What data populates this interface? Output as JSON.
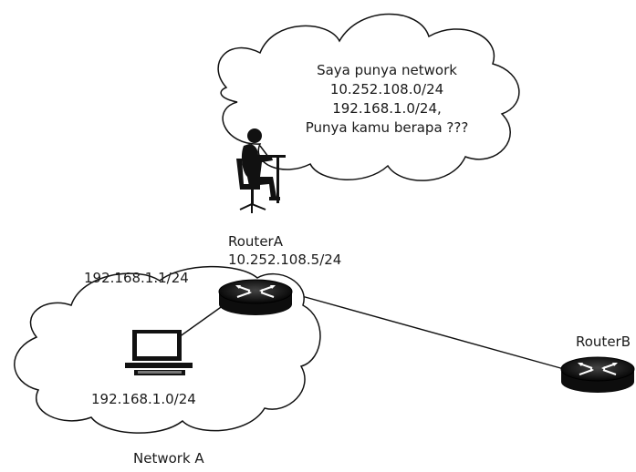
{
  "speech": {
    "lines": [
      "Saya punya network",
      "10.252.108.0/24",
      "192.168.1.0/24,",
      "Punya kamu berapa ???"
    ]
  },
  "router_a": {
    "name": "RouterA",
    "address": "10.252.108.5/24",
    "lan_address": "192.168.1.1/24"
  },
  "router_b": {
    "name": "RouterB"
  },
  "network_a": {
    "subnet": "192.168.1.0/24",
    "name": "Network A"
  },
  "icons": [
    "person-at-computer-icon",
    "router-icon",
    "desktop-computer-icon"
  ]
}
